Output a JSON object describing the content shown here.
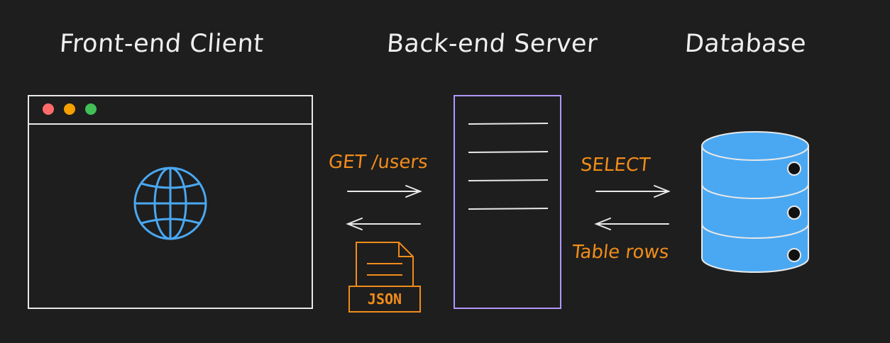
{
  "headings": {
    "client": "Front-end Client",
    "server": "Back-end Server",
    "database": "Database"
  },
  "labels": {
    "request": "GET /users",
    "query": "SELECT",
    "result": "Table rows",
    "json_badge": "JSON"
  },
  "colors": {
    "background": "#1e1e1e",
    "stroke": "#e8e8e8",
    "orange": "#f08c1a",
    "blue": "#4aa8f2",
    "server_border": "#b197fc",
    "dot_red": "#ff6b6b",
    "dot_yellow": "#f59f00",
    "dot_green": "#40c057"
  },
  "icons": {
    "globe": "globe-icon",
    "document": "json-document-icon",
    "database": "database-cylinder-icon"
  }
}
